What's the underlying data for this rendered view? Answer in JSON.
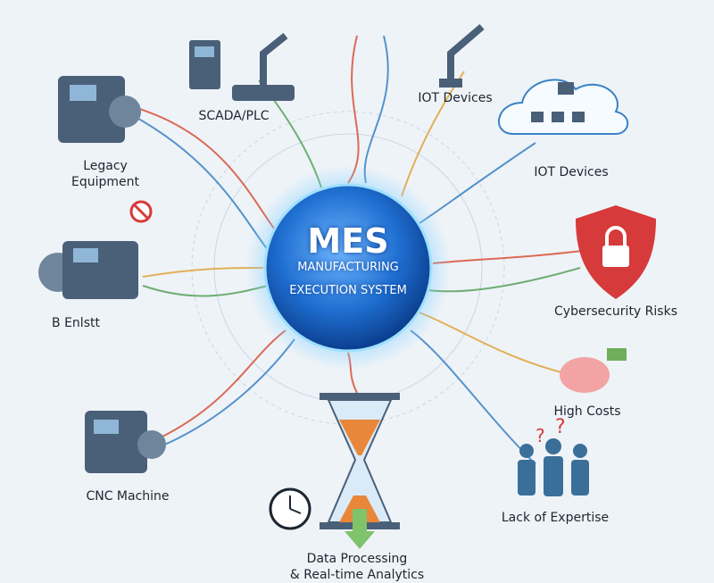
{
  "center": {
    "title": "MES",
    "subtitle_line1": "MANUFACTURING",
    "subtitle_line2": "EXECUTION SYSTEM"
  },
  "labels": {
    "legacy_line1": "Legacy",
    "legacy_line2": "Equipment",
    "scada": "SCADA/PLC",
    "iot_top": "IOT Devices",
    "iot_cloud": "IOT Devices",
    "cyber": "Cybersecurity Risks",
    "costs": "High Costs",
    "expertise": "Lack of Expertise",
    "cnc": "CNC Machine",
    "b_enlstt": "B Enlstt",
    "data_line1": "Data Processing",
    "data_line2": "& Real-time Analytics"
  },
  "colors": {
    "orb": "#1f6fd1",
    "shield": "#d63a3a",
    "machine": "#4a5f78",
    "arrow": "#7fc36a",
    "sand": "#e8873a"
  }
}
